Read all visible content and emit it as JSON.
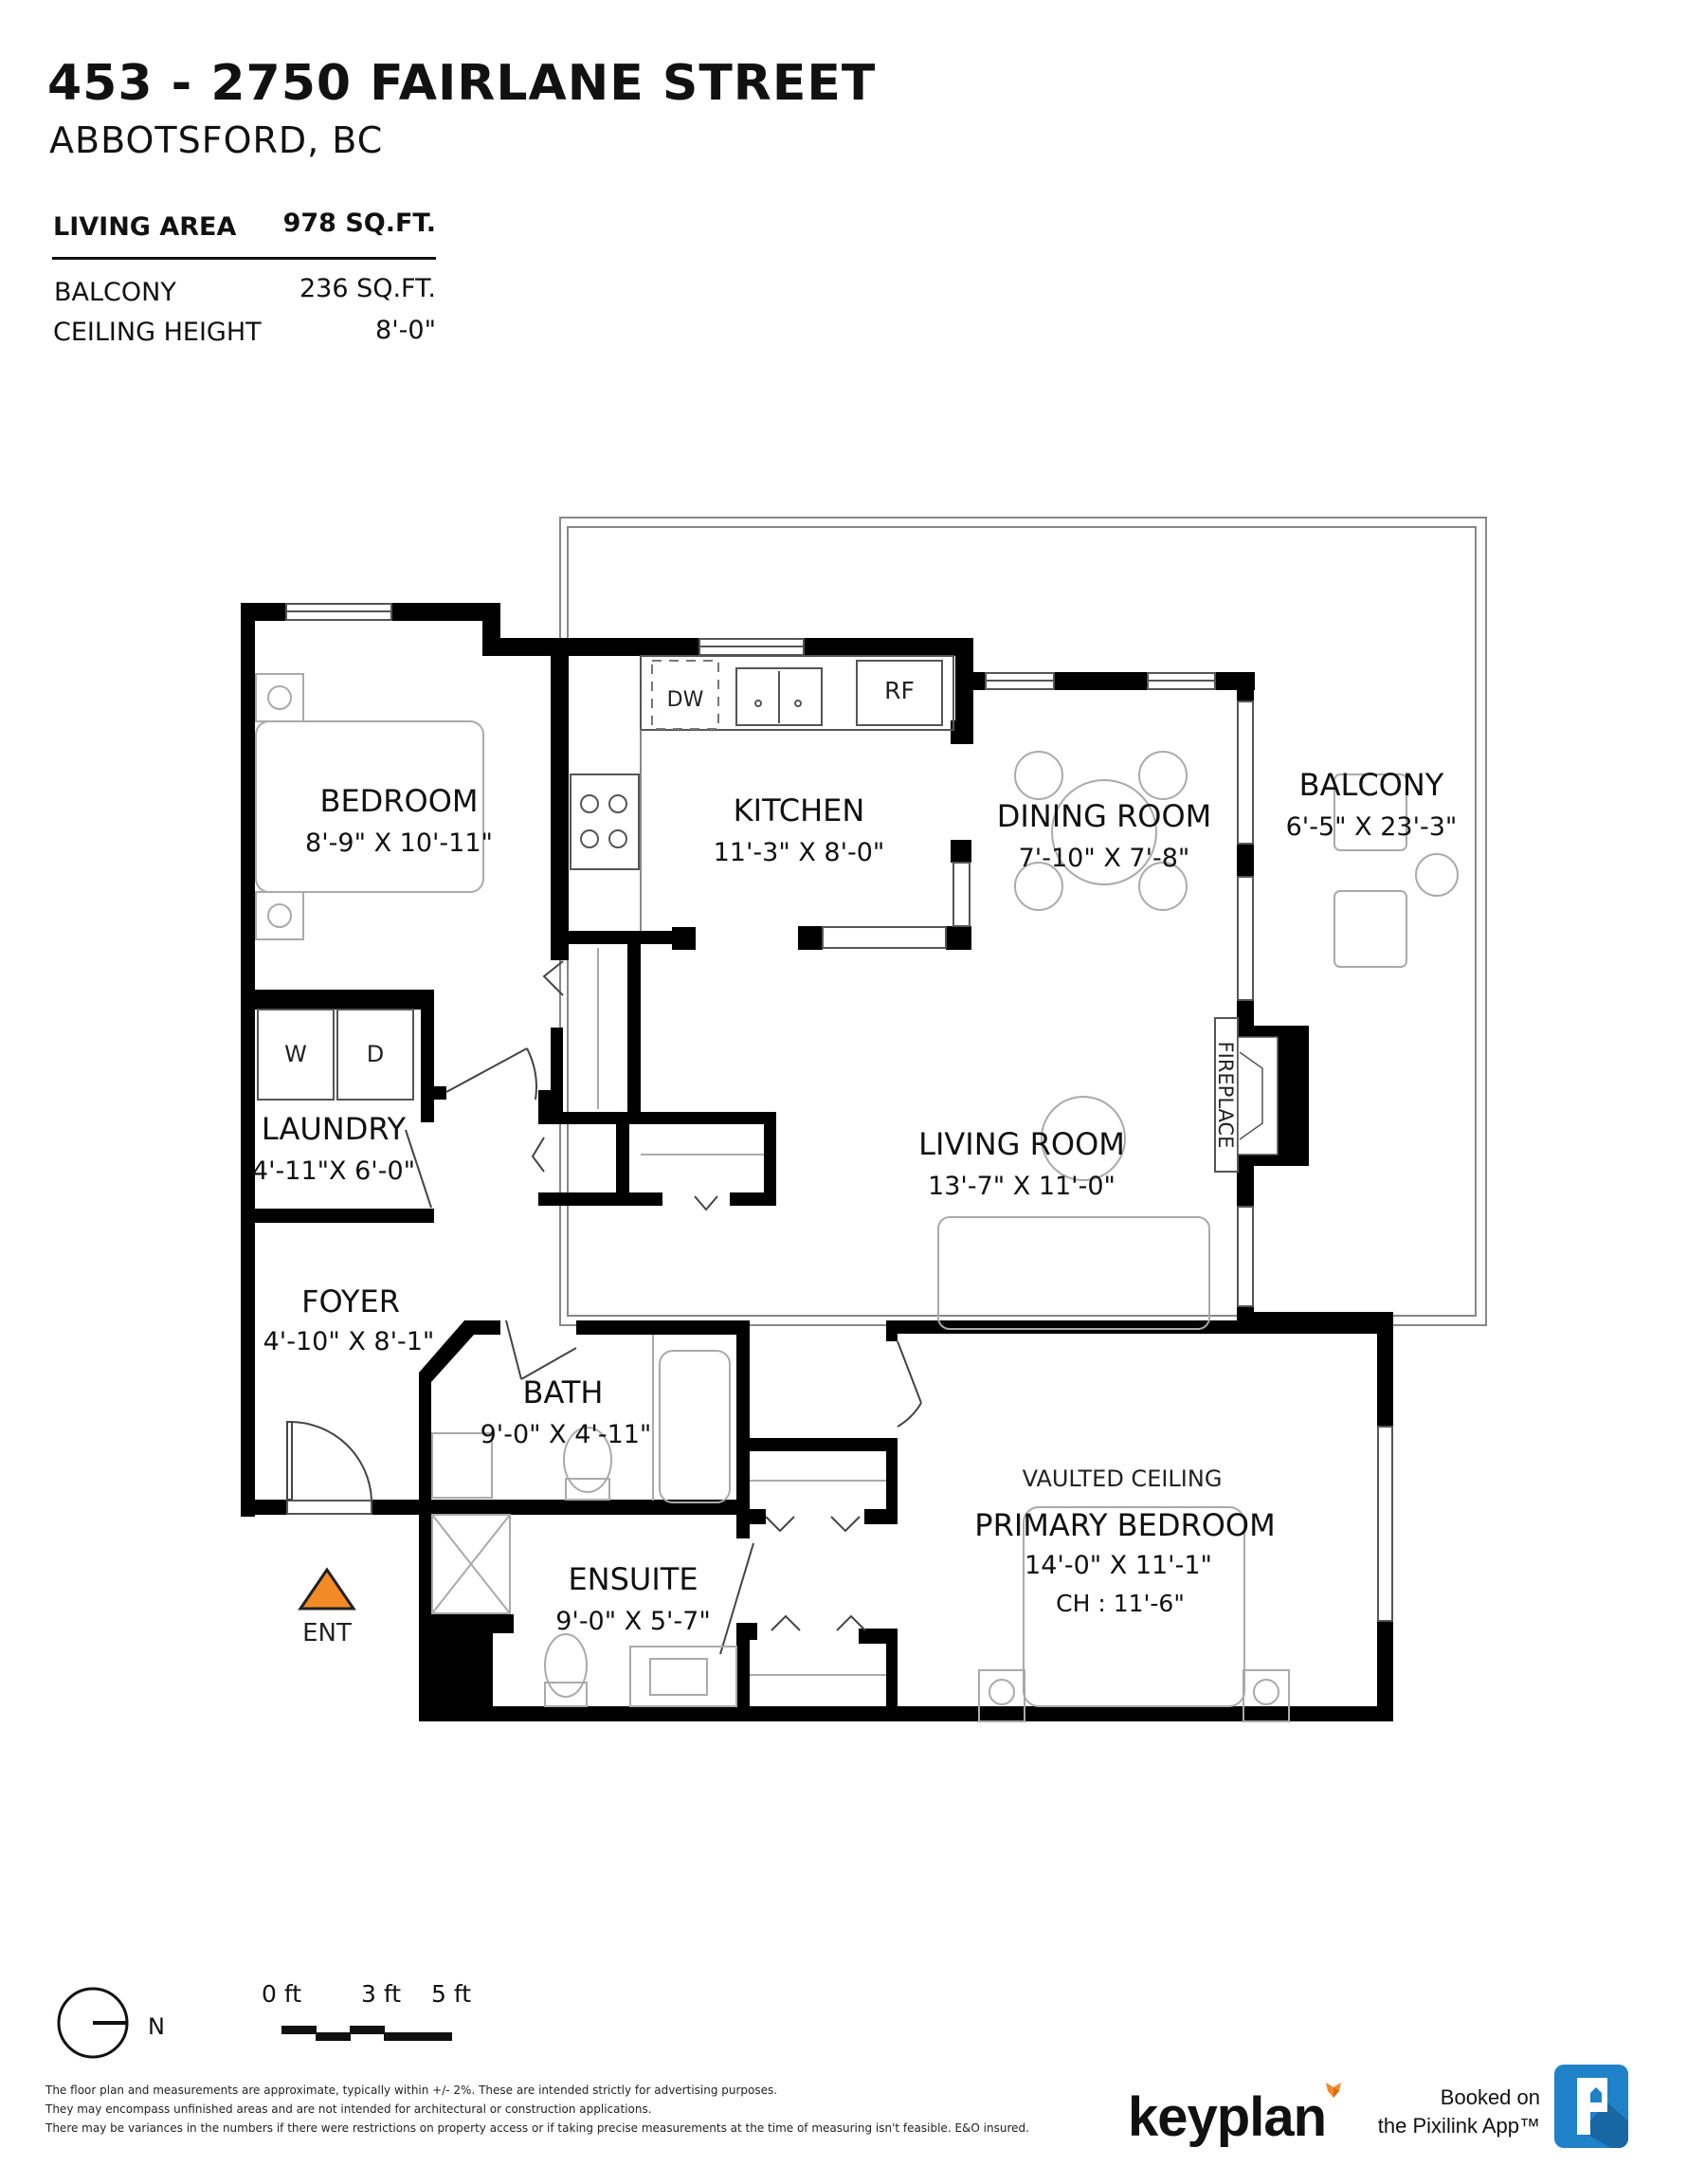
{
  "header": {
    "title": "453 - 2750 FAIRLANE STREET",
    "subtitle": "ABBOTSFORD, BC"
  },
  "stats": {
    "living_area": {
      "label": "LIVING AREA",
      "value": "978 SQ.FT."
    },
    "balcony": {
      "label": "BALCONY",
      "value": "236 SQ.FT."
    },
    "ceiling_height": {
      "label": "CEILING HEIGHT",
      "value": "8'-0\""
    }
  },
  "rooms": {
    "bedroom": {
      "name": "BEDROOM",
      "dims": "8'-9\"  X  10'-11\""
    },
    "kitchen": {
      "name": "KITCHEN",
      "dims": "11'-3\"  X  8'-0\""
    },
    "dining": {
      "name": "DINING ROOM",
      "dims": "7'-10\"  X  7'-8\""
    },
    "balcony": {
      "name": "BALCONY",
      "dims": "6'-5\"  X  23'-3\""
    },
    "laundry": {
      "name": "LAUNDRY",
      "dims": "4'-11\"X 6'-0\""
    },
    "living": {
      "name": "LIVING ROOM",
      "dims": "13'-7\"  X  11'-0\""
    },
    "foyer": {
      "name": "FOYER",
      "dims": "4'-10\"  X  8'-1\""
    },
    "bath": {
      "name": "BATH",
      "dims": "9'-0\"  X  4'-11\""
    },
    "ensuite": {
      "name": "ENSUITE",
      "dims": "9'-0\"  X  5'-7\""
    },
    "primary": {
      "name": "PRIMARY BEDROOM",
      "dims": "14'-0\"  X  11'-1\"",
      "note": "VAULTED CEILING",
      "ceiling": "CH : 11'-6\""
    }
  },
  "fixtures": {
    "dishwasher": "DW",
    "fridge": "RF",
    "washer": "W",
    "dryer": "D",
    "fireplace": "FIREPLACE"
  },
  "entrance": {
    "label": "ENT",
    "icon": "entrance-triangle-icon",
    "color": "#f28a26"
  },
  "compass": {
    "label": "N",
    "icon": "compass-icon"
  },
  "scale_bar": {
    "labels": [
      "0 ft",
      "3 ft",
      "5 ft"
    ]
  },
  "disclaimer": [
    "The floor plan and measurements are approximate, typically within +/- 2%. These are intended strictly for advertising purposes.",
    "They may encompass unfinished areas and are not intended for architectural or construction applications.",
    "There may be variances in the numbers if there were restrictions on property access or if taking precise measurements at the time of measuring isn't feasible. E&O insured."
  ],
  "branding": {
    "keyplan": "keyplan",
    "booked_line1": "Booked on",
    "booked_line2": "the Pixilink App™",
    "pixilink_color": "#1f82c9",
    "fox_color": "#f28a26"
  }
}
